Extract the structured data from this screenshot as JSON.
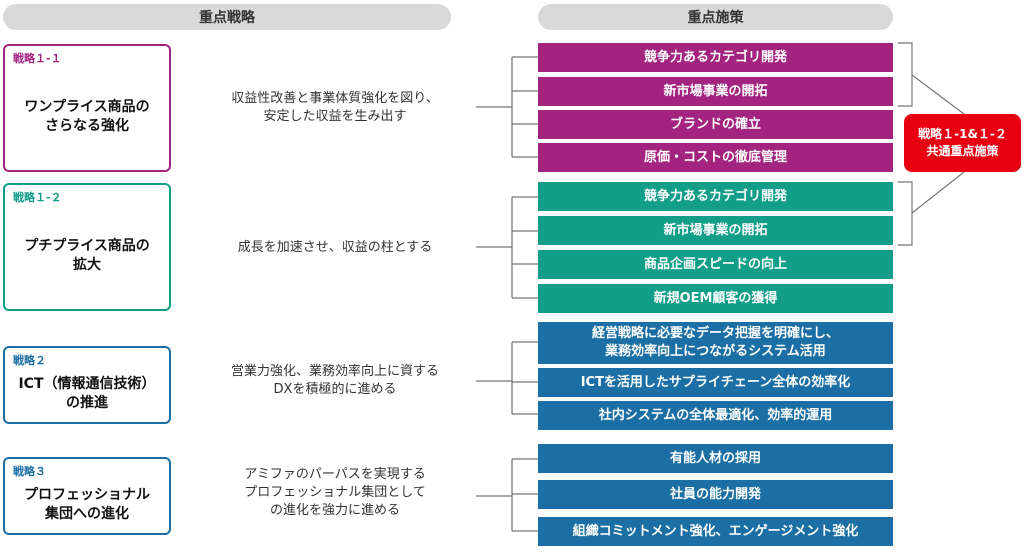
{
  "headers": {
    "strategy": "重点戦略",
    "measures": "重点施策"
  },
  "colors": {
    "purple": "#a3247f",
    "green": "#139e89",
    "blue": "#1b6fa4",
    "red": "#e60012"
  },
  "strategies": [
    {
      "tag": "戦略１-１",
      "title": "ワンプライス商品の\nさらなる強化",
      "desc": "収益性改善と事業体質強化を図り、\n安定した収益を生み出す",
      "measures": [
        "競争力あるカテゴリ開発",
        "新市場事業の開拓",
        "ブランドの確立",
        "原価・コストの徹底管理"
      ]
    },
    {
      "tag": "戦略１-２",
      "title": "プチプライス商品の\n拡大",
      "desc": "成長を加速させ、収益の柱とする",
      "measures": [
        "競争力あるカテゴリ開発",
        "新市場事業の開拓",
        "商品企画スピードの向上",
        "新規OEM顧客の獲得"
      ]
    },
    {
      "tag": "戦略２",
      "title": "ICT（情報通信技術）\nの推進",
      "desc": "営業力強化、業務効率向上に資する\nDXを積極的に進める",
      "measures": [
        "経営戦略に必要なデータ把握を明確にし、\n業務効率向上につながるシステム活用",
        "ICTを活用したサプライチェーン全体の効率化",
        "社内システムの全体最適化、効率的運用"
      ]
    },
    {
      "tag": "戦略３",
      "title": "プロフェッショナル\n集団への進化",
      "desc": "アミファのパーパスを実現する\nプロフェッショナル集団として\nの進化を強力に進める",
      "measures": [
        "有能人材の採用",
        "社員の能力開発",
        "組織コミットメント強化、エンゲージメント強化"
      ]
    }
  ],
  "common_label": "戦略１-1&１-２\n共通重点施策"
}
